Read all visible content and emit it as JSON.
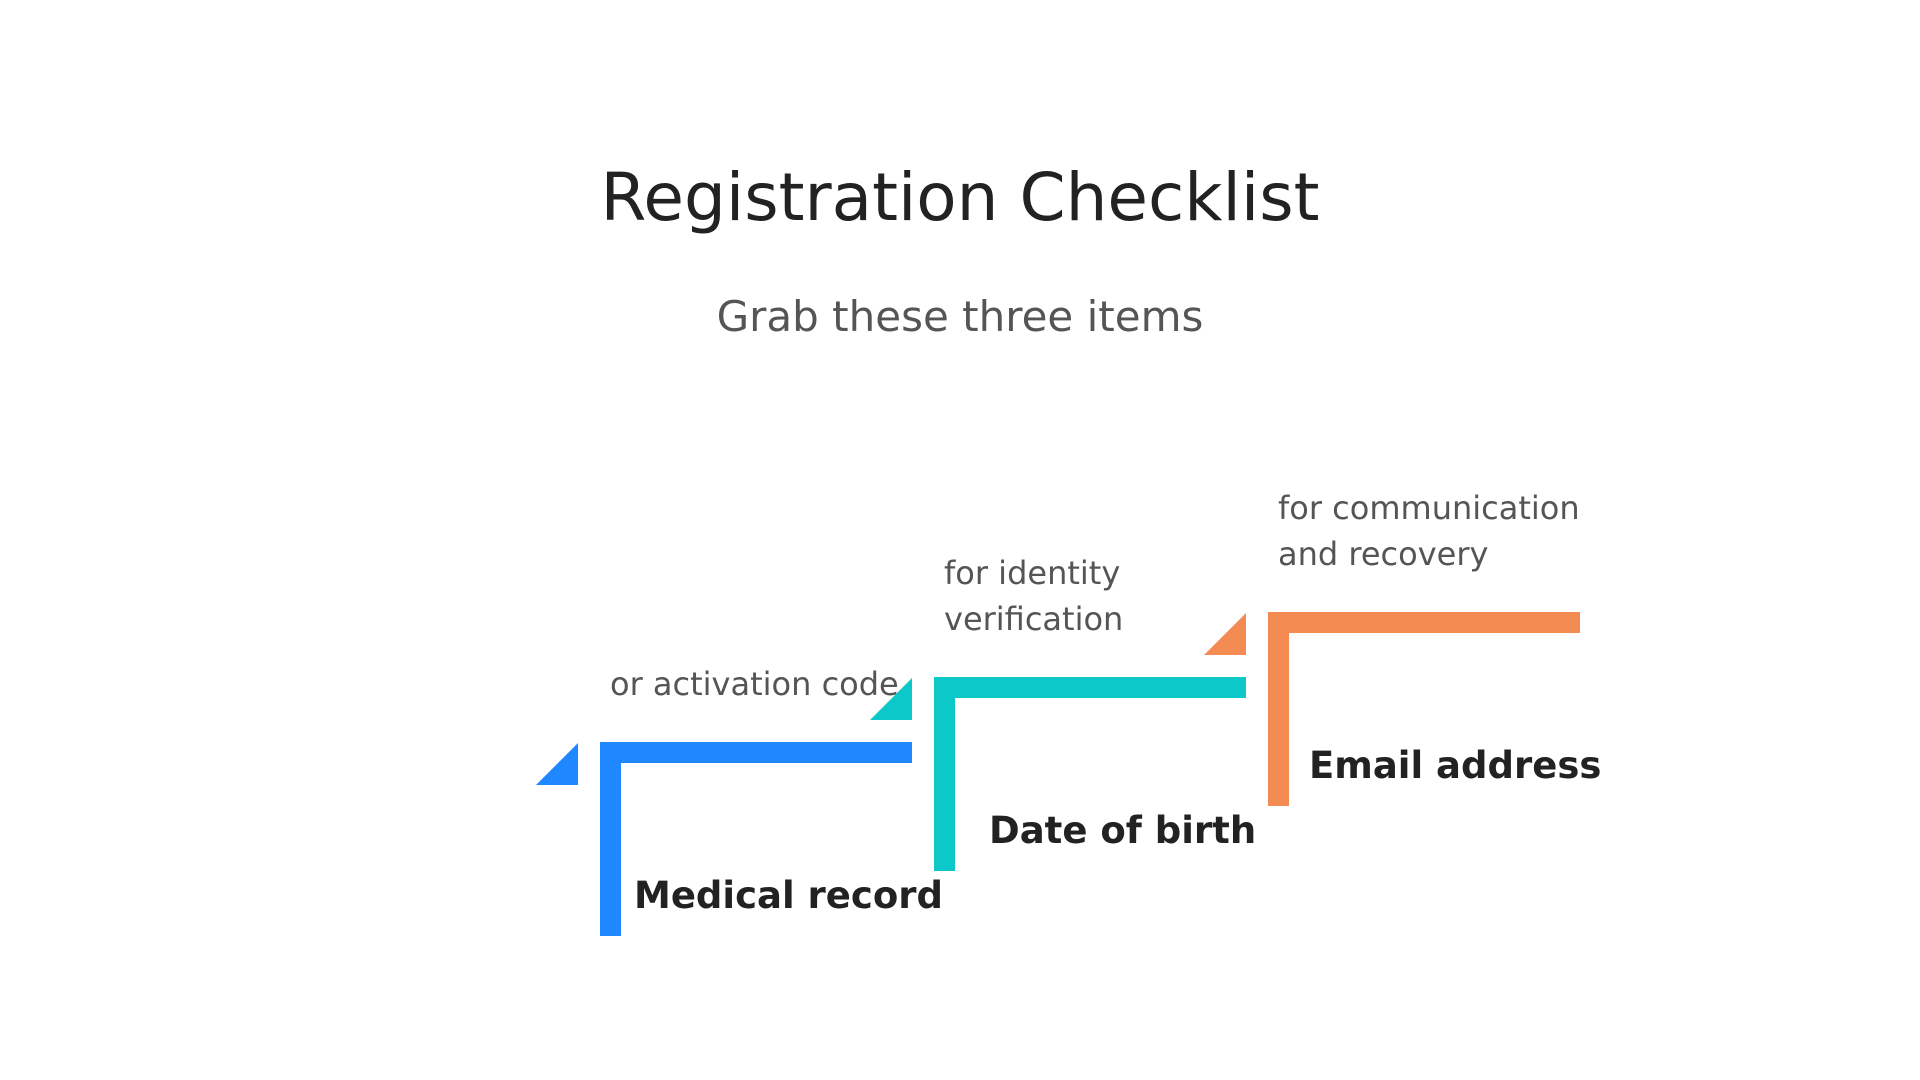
{
  "header": {
    "title": "Registration Checklist",
    "subtitle": "Grab these three items"
  },
  "steps": [
    {
      "label": "Medical record",
      "note_lines": [
        "or activation code"
      ],
      "color": "#1F87FF"
    },
    {
      "label": "Date of birth",
      "note_lines": [
        "for identity",
        "verification"
      ],
      "color": "#0CC8C8"
    },
    {
      "label": "Email address",
      "note_lines": [
        "for communication",
        "and recovery"
      ],
      "color": "#F38B53"
    }
  ]
}
